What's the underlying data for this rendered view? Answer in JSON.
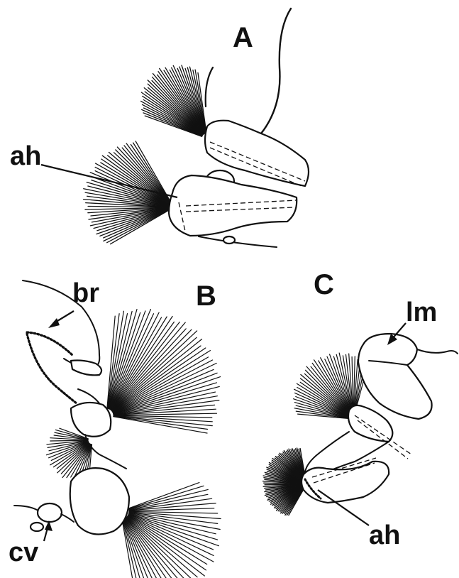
{
  "panels": {
    "a": "A",
    "b": "B",
    "c": "C"
  },
  "labels": {
    "a_ah": "ah",
    "b_br": "br",
    "b_cv": "cv",
    "c_lm": "lm",
    "c_ah": "ah"
  },
  "colors": {
    "ink": "#111111",
    "background": "#ffffff"
  }
}
